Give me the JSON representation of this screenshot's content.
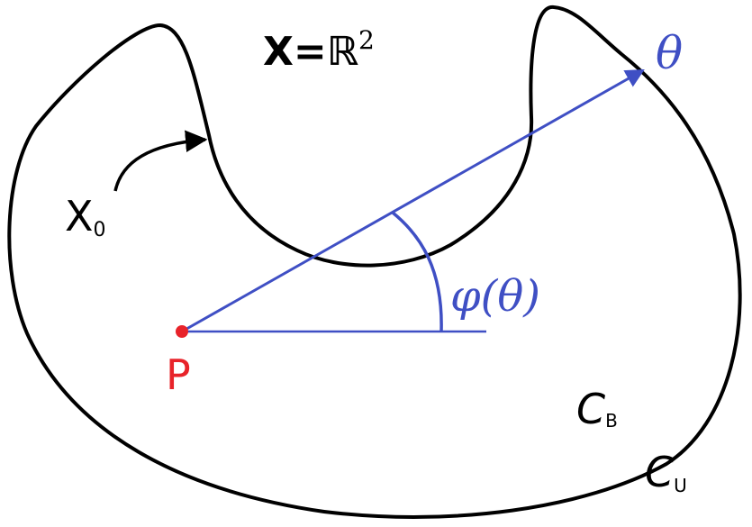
{
  "labels": {
    "space": "X=ℝ",
    "space_exponent": "2",
    "subset_main": "X",
    "subset_sub": "0",
    "point": "P",
    "direction": "θ",
    "angle": "φ(θ)",
    "curve_b_main": "C",
    "curve_b_sub": "B",
    "curve_u_main": "C",
    "curve_u_sub": "U"
  },
  "colors": {
    "outline": "#000000",
    "ray": "#3f4fc4",
    "point": "#e8232a",
    "background": "#ffffff"
  }
}
